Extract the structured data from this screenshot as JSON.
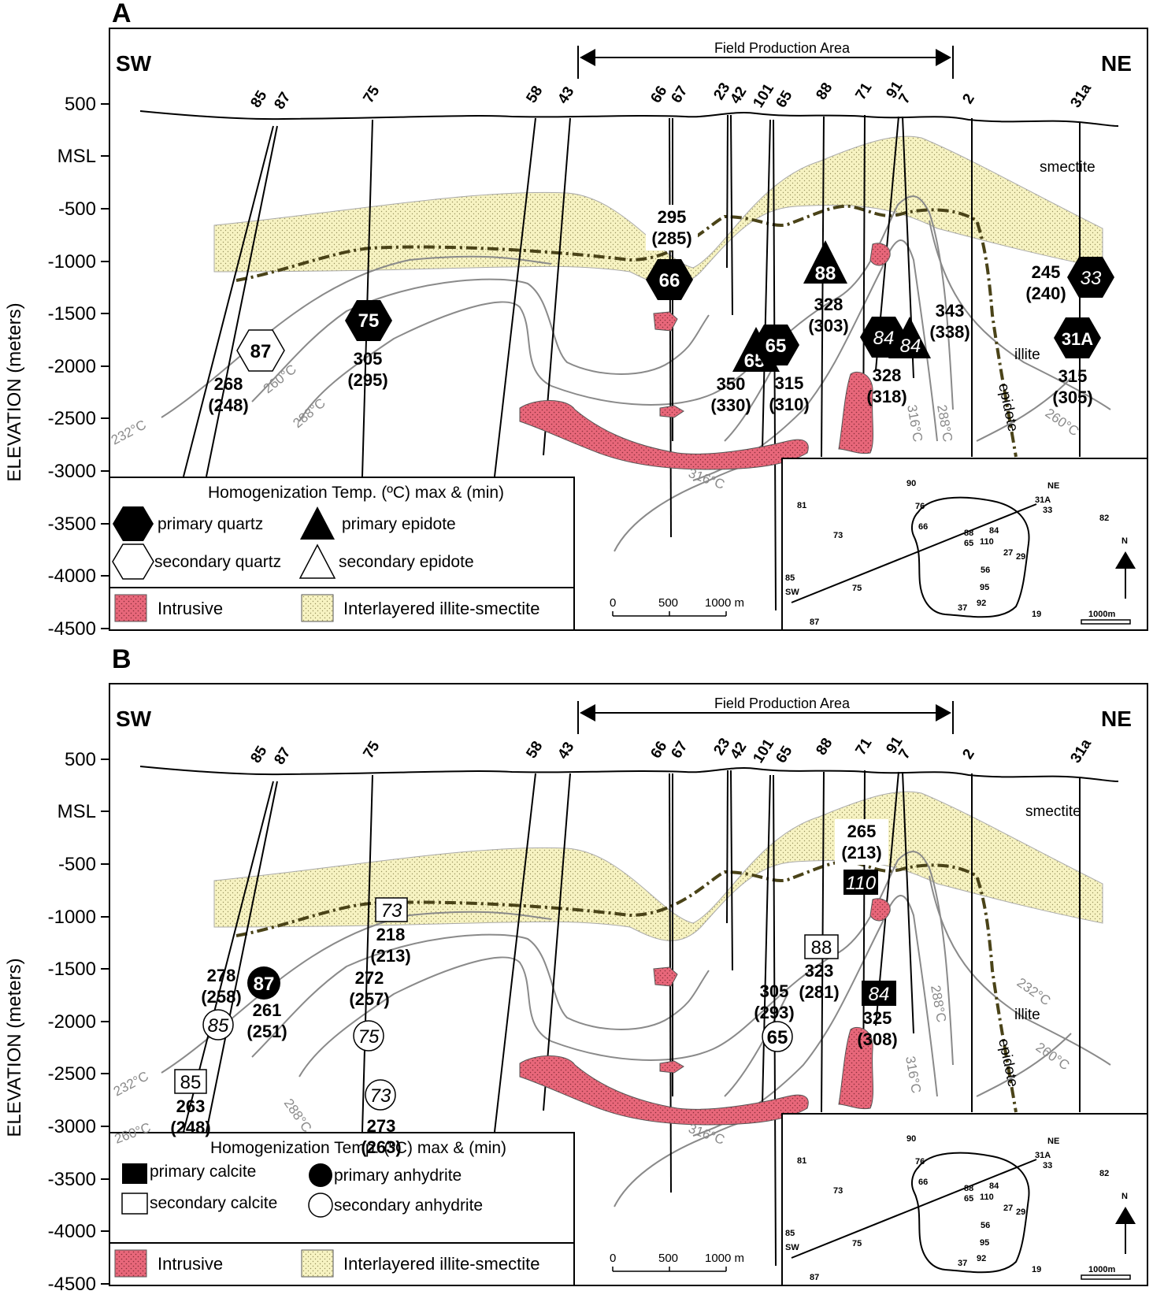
{
  "panels": [
    {
      "letter": "A",
      "sw": "SW",
      "ne": "NE",
      "field_label": "Field Production Area",
      "y_axis_title": "ELEVATION (meters)",
      "y_ticks": [
        "500",
        "MSL",
        "-500",
        "-1000",
        "-1500",
        "-2000",
        "-2500",
        "-3000",
        "-3500",
        "-4000",
        "-4500"
      ],
      "smectite": "smectite",
      "illite": "illite",
      "epidote": "epidote",
      "wells": [
        "85",
        "87",
        "75",
        "58",
        "43",
        "66",
        "67",
        "23",
        "42",
        "101",
        "65",
        "88",
        "71",
        "91",
        "7",
        "2",
        "31a"
      ],
      "isotherms": [
        "232°C",
        "260°C",
        "288°C",
        "316°C",
        "316°C",
        "288°C",
        "260°C"
      ],
      "markers": [
        {
          "kind": "primary-quartz",
          "label": "75"
        },
        {
          "kind": "secondary-quartz",
          "label": "87"
        },
        {
          "kind": "primary-quartz",
          "label": "66"
        },
        {
          "kind": "primary-epidote",
          "label": "88"
        },
        {
          "kind": "primary-epidote",
          "label": "65"
        },
        {
          "kind": "primary-quartz",
          "label": "65"
        },
        {
          "kind": "primary-quartz",
          "label": "84"
        },
        {
          "kind": "primary-epidote",
          "label": "84"
        },
        {
          "kind": "primary-quartz",
          "label": "33"
        },
        {
          "kind": "primary-quartz",
          "label": "31A"
        }
      ],
      "temps": [
        {
          "max": "268",
          "min": "(248)"
        },
        {
          "max": "305",
          "min": "(295)"
        },
        {
          "max": "295",
          "min": "(285)"
        },
        {
          "max": "350",
          "min": "(330)"
        },
        {
          "max": "315",
          "min": "(310)"
        },
        {
          "max": "328",
          "min": "(303)"
        },
        {
          "max": "328",
          "min": "(318)"
        },
        {
          "max": "343",
          "min": "(338)"
        },
        {
          "max": "245",
          "min": "(240)"
        },
        {
          "max": "315",
          "min": "(305)"
        }
      ],
      "legend": {
        "title": "Homogenization Temp. (ºC) max & (min)",
        "items": [
          "primary quartz",
          "primary epidote",
          "secondary quartz",
          "secondary epidote"
        ],
        "intrusive": "Intrusive",
        "illite_smectite": "Interlayered illite-smectite"
      },
      "scale": {
        "zero": "0",
        "mid": "500",
        "end": "1000 m"
      },
      "map": {
        "labels": [
          "90",
          "81",
          "76",
          "66",
          "73",
          "88",
          "65",
          "84",
          "110",
          "27",
          "29",
          "56",
          "95",
          "37",
          "92",
          "19",
          "82",
          "NE",
          "31A",
          "33",
          "85",
          "SW",
          "75",
          "87"
        ],
        "north": "N",
        "scale": "1000m"
      }
    },
    {
      "letter": "B",
      "sw": "SW",
      "ne": "NE",
      "field_label": "Field Production Area",
      "y_axis_title": "ELEVATION (meters)",
      "y_ticks": [
        "500",
        "MSL",
        "-500",
        "-1000",
        "-1500",
        "-2000",
        "-2500",
        "-3000",
        "-3500",
        "-4000",
        "-4500"
      ],
      "smectite": "smectite",
      "illite": "illite",
      "epidote": "epidote",
      "wells": [
        "85",
        "87",
        "75",
        "58",
        "43",
        "66",
        "67",
        "23",
        "42",
        "101",
        "65",
        "88",
        "71",
        "91",
        "7",
        "2",
        "31a"
      ],
      "isotherms": [
        "232°C",
        "260°C",
        "288°C",
        "316°C",
        "316°C",
        "288°C",
        "232°C",
        "260°C"
      ],
      "markers": [
        {
          "kind": "secondary-calcite",
          "label": "73"
        },
        {
          "kind": "primary-anhydrite",
          "label": "87"
        },
        {
          "kind": "secondary-anhydrite",
          "label": "85"
        },
        {
          "kind": "secondary-calcite",
          "label": "85"
        },
        {
          "kind": "secondary-anhydrite",
          "label": "75"
        },
        {
          "kind": "secondary-anhydrite",
          "label": "73"
        },
        {
          "kind": "primary-calcite",
          "label": "110"
        },
        {
          "kind": "secondary-calcite",
          "label": "88"
        },
        {
          "kind": "primary-calcite",
          "label": "84"
        },
        {
          "kind": "secondary-anhydrite",
          "label": "65"
        }
      ],
      "temps": [
        {
          "max": "218",
          "min": "(213)"
        },
        {
          "max": "278",
          "min": "(258)"
        },
        {
          "max": "261",
          "min": "(251)"
        },
        {
          "max": "263",
          "min": "(248)"
        },
        {
          "max": "272",
          "min": "(257)"
        },
        {
          "max": "273",
          "min": "(263)"
        },
        {
          "max": "265",
          "min": "(213)"
        },
        {
          "max": "323",
          "min": "(281)"
        },
        {
          "max": "325",
          "min": "(308)"
        },
        {
          "max": "305",
          "min": "(293)"
        }
      ],
      "legend": {
        "title": "Homogenization Temp. (ºC) max & (min)",
        "items": [
          "primary calcite",
          "primary anhydrite",
          "secondary calcite",
          "secondary anhydrite"
        ],
        "intrusive": "Intrusive",
        "illite_smectite": "Interlayered illite-smectite"
      },
      "scale": {
        "zero": "0",
        "mid": "500",
        "end": "1000 m"
      },
      "map": {
        "labels": [
          "90",
          "81",
          "76",
          "66",
          "73",
          "88",
          "65",
          "84",
          "110",
          "27",
          "29",
          "56",
          "95",
          "37",
          "92",
          "19",
          "82",
          "NE",
          "31A",
          "33",
          "85",
          "SW",
          "75",
          "87"
        ],
        "north": "N",
        "scale": "1000m"
      }
    }
  ],
  "colors": {
    "intrusive_fill": "#e8677a",
    "illite_smectite_fill": "#f7f3c2",
    "isotherm": "#8a8a8a",
    "smectite_boundary": "#4a4318"
  }
}
